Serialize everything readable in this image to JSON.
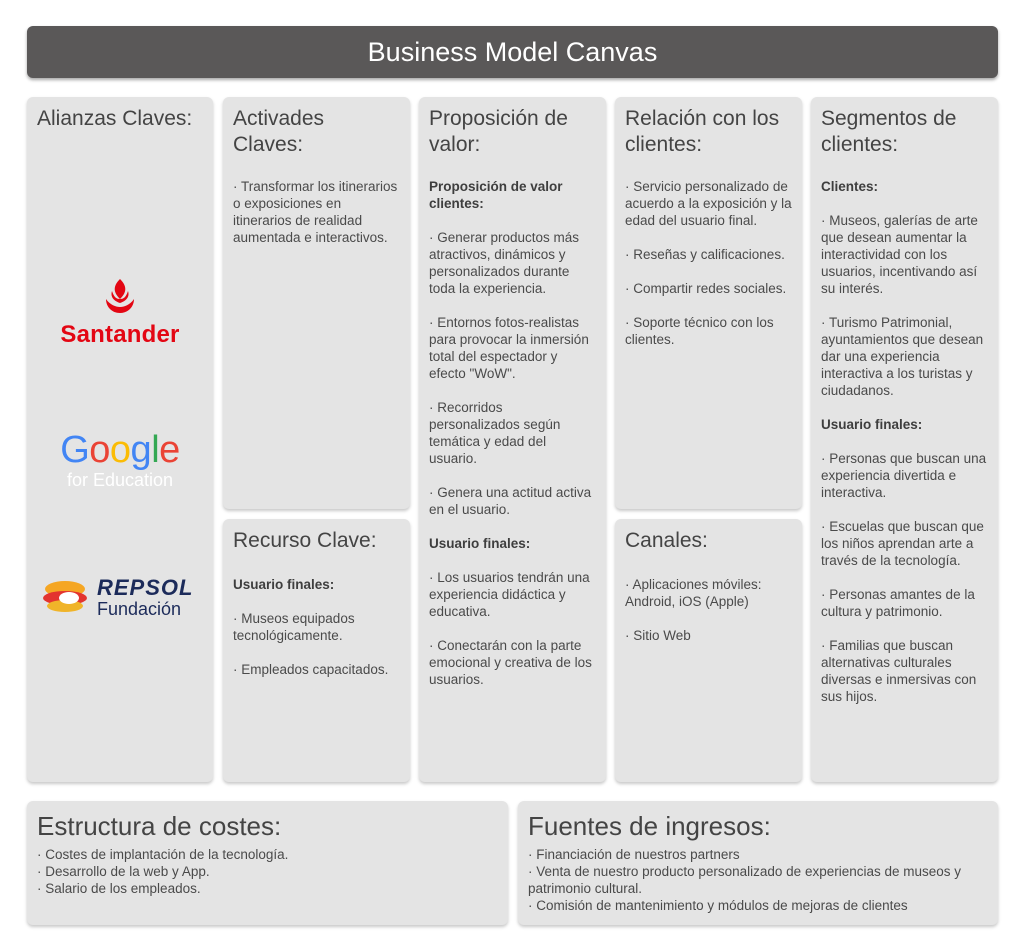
{
  "title": "Business Model Canvas",
  "alianzas": {
    "title": "Alianzas Claves:",
    "logos": {
      "santander": "Santander",
      "google_word": [
        "G",
        "o",
        "o",
        "g",
        "l",
        "e"
      ],
      "google_sub": "for Education",
      "repsol_name": "REPSOL",
      "repsol_sub": "Fundación"
    }
  },
  "actividades": {
    "title": "Activades Claves:",
    "items": [
      "· Transformar los itinerarios o exposiciones en itinerarios de realidad aumentada e interactivos."
    ]
  },
  "recurso": {
    "title": "Recurso Clave:",
    "heading": "Usuario finales:",
    "items": [
      "· Museos equipados tecnológicamente.",
      "· Empleados capacitados."
    ]
  },
  "propuesta": {
    "title": "Proposición de valor:",
    "heading1": "Proposición de valor clientes:",
    "items1": [
      "· Generar productos más atractivos, dinámicos y personalizados durante toda la experiencia.",
      "· Entornos fotos-realistas para provocar la inmersión total del espectador y efecto \"WoW\".",
      "· Recorridos personalizados según temática y edad del usuario.",
      "· Genera una actitud activa en el usuario."
    ],
    "heading2": "Usuario finales:",
    "items2": [
      "· Los usuarios tendrán una experiencia didáctica y educativa.",
      "· Conectarán con la parte emocional y creativa de los usuarios."
    ]
  },
  "relacion": {
    "title": "Relación con los clientes:",
    "items": [
      "· Servicio personalizado de acuerdo a la exposición y la edad del usuario final.",
      "· Reseñas y calificaciones.",
      "· Compartir redes sociales.",
      "· Soporte técnico con los clientes."
    ]
  },
  "canales": {
    "title": "Canales:",
    "items": [
      "· Aplicaciones móviles: Android, iOS (Apple)",
      "· Sitio Web"
    ]
  },
  "segmentos": {
    "title": "Segmentos de clientes:",
    "heading1": "Clientes:",
    "items1": [
      "· Museos, galerías de arte que desean aumentar la interactividad con los usuarios, incentivando así su interés.",
      "· Turismo Patrimonial, ayuntamientos que desean dar una experiencia interactiva a los turistas y ciudadanos."
    ],
    "heading2": "Usuario finales:",
    "items2": [
      "· Personas que buscan una experiencia divertida e interactiva.",
      "· Escuelas que buscan que los niños aprendan arte a través de la tecnología.",
      "· Personas amantes de la cultura y patrimonio.",
      "· Familias que buscan alternativas culturales diversas e inmersivas con sus hijos."
    ]
  },
  "costes": {
    "title": "Estructura de costes:",
    "items": [
      "· Costes de implantación de la tecnología.",
      "· Desarrollo de la web y App.",
      "· Salario de los empleados."
    ]
  },
  "ingresos": {
    "title": "Fuentes de ingresos:",
    "items": [
      "· Financiación de nuestros partners",
      "· Venta de nuestro producto personalizado de experiencias de museos y patrimonio cultural.",
      "· Comisión de mantenimiento y módulos de mejoras de clientes"
    ]
  }
}
